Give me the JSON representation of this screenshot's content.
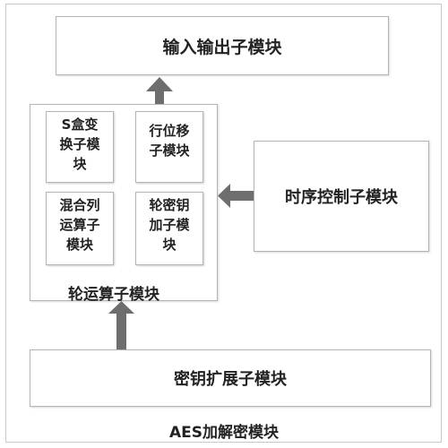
{
  "io_module": "输入输出子模块",
  "round_module": {
    "label": "轮运算子模块",
    "submodules": {
      "sbox": [
        "S盒变",
        "换子模",
        "块"
      ],
      "shift_rows": [
        "行位移",
        "子模块"
      ],
      "mix_columns": [
        "混合列",
        "运算子",
        "模块"
      ],
      "add_round_key": [
        "轮密钥",
        "加子模",
        "块"
      ]
    }
  },
  "timing_control_module": "时序控制子模块",
  "key_expansion_module": "密钥扩展子模块",
  "main_module": "AES加解密模块",
  "colors": {
    "arrow": "#6e6e6e",
    "border": "#b4b4b4"
  }
}
